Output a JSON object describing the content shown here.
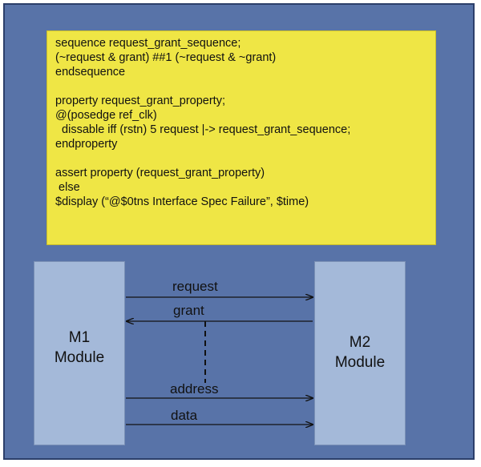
{
  "code": {
    "lines": [
      "sequence request_grant_sequence;",
      "(~request & grant) ##1 (~request & ~grant)",
      "endsequence",
      "",
      "property request_grant_property;",
      "@(posedge ref_clk)",
      "  dissable iff (rstn) 5 request |-> request_grant_sequence;",
      "endproperty",
      "",
      "assert property (request_grant_property)",
      " else",
      "$display (“@$0tns Interface Spec Failure”, $time)"
    ]
  },
  "modules": {
    "m1": {
      "line1": "M1",
      "line2": "Module"
    },
    "m2": {
      "line1": "M2",
      "line2": "Module"
    }
  },
  "signals": {
    "request": "request",
    "grant": "grant",
    "address": "address",
    "data": "data"
  },
  "colors": {
    "background": "#5873a8",
    "code_box": "#efe645",
    "module": "#a4b9d9"
  }
}
